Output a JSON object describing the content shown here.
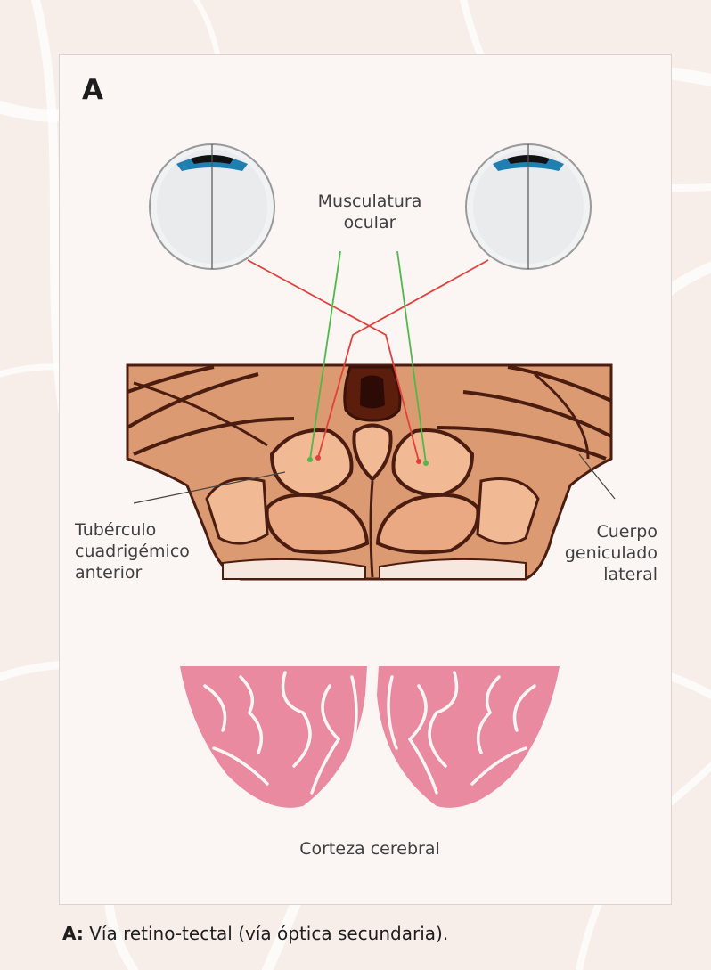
{
  "panel_letter": "A",
  "labels": {
    "muscle": [
      "Musculatura",
      "ocular"
    ],
    "tuberculo": [
      "Tubérculo",
      "cuadrigémico",
      "anterior"
    ],
    "cuerpo": [
      "Cuerpo",
      "geniculado",
      "lateral"
    ],
    "corteza": "Corteza cerebral"
  },
  "caption": {
    "prefix": "A:",
    "text": " Vía retino-tectal (vía óptica secundaria)."
  },
  "colors": {
    "retinal_path": "#e2413b",
    "muscle_path": "#4fb84a",
    "midbrain": "#dc9a72",
    "midbrain_light": "#f2b995",
    "outline": "#4b1c10",
    "cortex": "#e98aa0",
    "iris": "#1f7fb0"
  }
}
